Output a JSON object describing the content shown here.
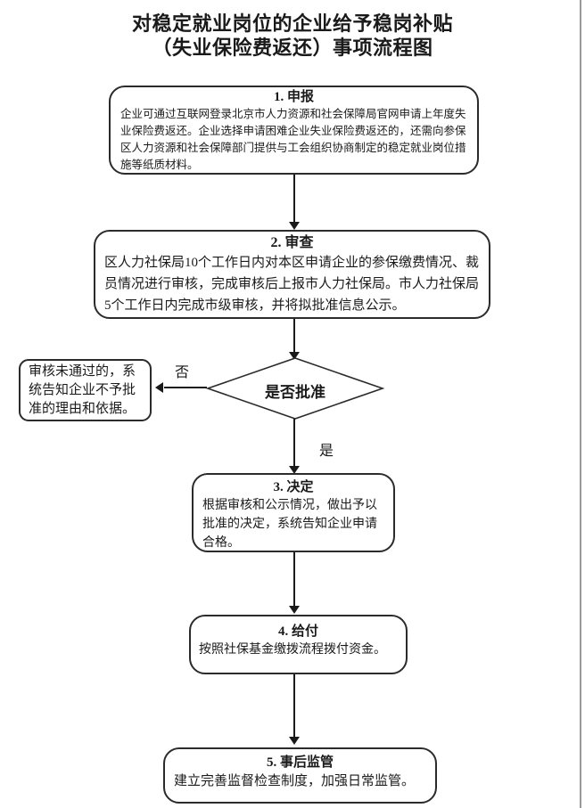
{
  "title": {
    "line1": "对稳定就业岗位的企业给予稳岗补贴",
    "line2": "（失业保险费返还）事项流程图"
  },
  "steps": {
    "step1": {
      "header": "1. 申报",
      "body": "企业可通过互联网登录北京市人力资源和社会保障局官网申请上年度失业保险费返还。企业选择申请困难企业失业保险费返还的，还需向参保区人力资源和社会保障部门提供与工会组织协商制定的稳定就业岗位措施等纸质材料。"
    },
    "step2": {
      "header": "2. 审查",
      "body": "区人力社保局10个工作日内对本区申请企业的参保缴费情况、裁员情况进行审核，完成审核后上报市人力社保局。市人力社保局5个工作日内完成市级审核，并将拟批准信息公示。"
    },
    "step3": {
      "header": "3. 决定",
      "body": "根据审核和公示情况，做出予以批准的决定，系统告知企业申请合格。"
    },
    "step4": {
      "header": "4. 给付",
      "body": "按照社保基金缴拨流程拨付资金。"
    },
    "step5": {
      "header": "5. 事后监管",
      "body": "建立完善监督检查制度，加强日常监管。"
    }
  },
  "decision": {
    "label": "是否批准",
    "no_label": "否",
    "yes_label": "是"
  },
  "reject_note": {
    "body": "审核未通过的，系统告知企业不予批准的理由和依据。"
  },
  "colors": {
    "background": "#ffffff",
    "box_border": "#2b2b2b",
    "arrow_line": "#1a1a1a",
    "text": "#1a1a1a",
    "right_edge_line": "#999999"
  }
}
